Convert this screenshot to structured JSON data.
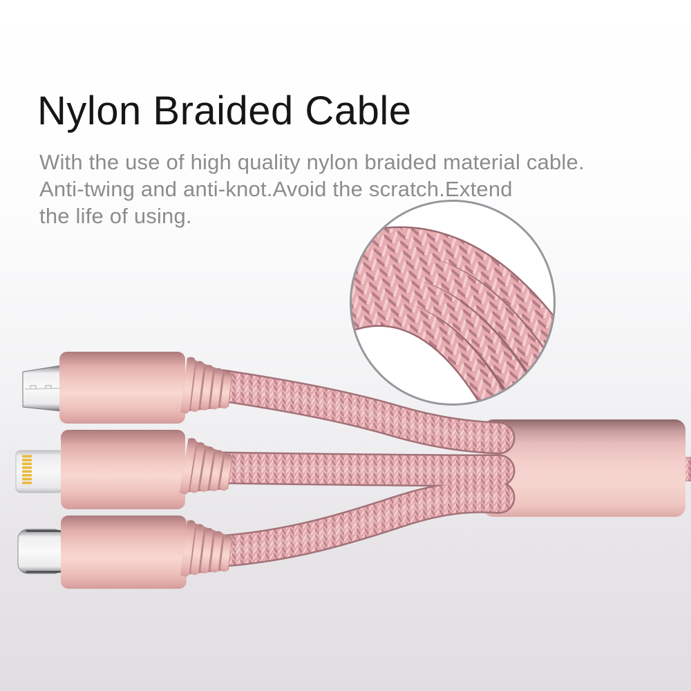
{
  "title": "Nylon Braided Cable",
  "description_lines": [
    "With the use of high quality nylon braided material cable.",
    "Anti-twing and anti-knot.Avoid the scratch.Extend",
    "the life of using."
  ],
  "photo": {
    "subject": "3-in-1 nylon braided charging cable in rose gold",
    "connectors": [
      "micro-usb",
      "lightning",
      "usb-c"
    ],
    "inset": "magnified close-up of braided cable texture"
  },
  "colors": {
    "background_top": "#ffffff",
    "background_bottom": "#e0dee1",
    "title_text": "#161616",
    "body_text": "#8c8c8e",
    "braid_base": "#e4a9af",
    "braid_highlight": "#f2ccce",
    "braid_shadow": "#b97f87",
    "braid_outline": "#9a6971",
    "metal_light": "#f8d8d1",
    "metal_dark": "#aa7b7c",
    "tip_white": "#f4f3f5",
    "gold_pin": "#e9b93c",
    "inset_border": "#97969a"
  }
}
